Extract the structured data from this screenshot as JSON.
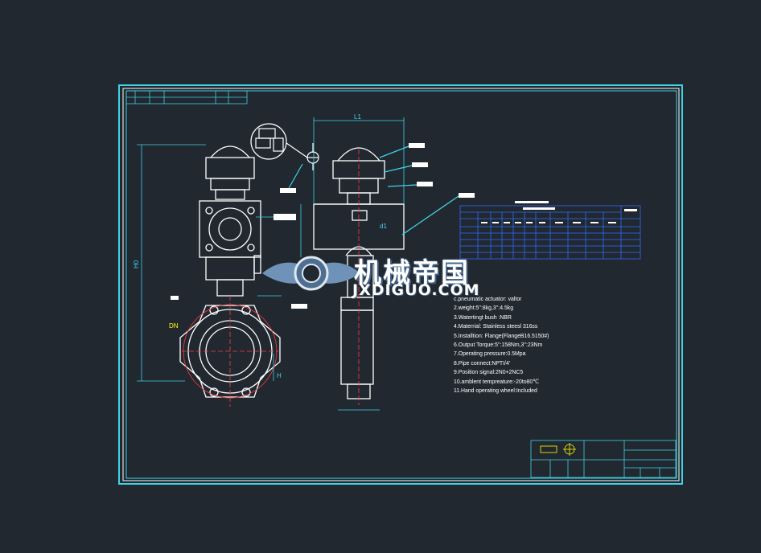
{
  "drawing": {
    "colors": {
      "background": "#212830",
      "frame": "#3fd3e6",
      "inner_frame": "#ffffff",
      "dimension": "#3fd3e6",
      "part": "#ffffff",
      "centerline": "#ff3b3b",
      "table_lines": "#2e6bff"
    },
    "notes": [
      "c.pneumatic actuator: valtor",
      "2.weight:5'':8kg,3'':4.5kg",
      "3.Watertingt bush :NBR",
      "4.Materrial:  Stainless steesl 316ss",
      "5.Installtion:  Flange(FlangeB16.5150#)",
      "6.Output Torque:5'':158Nm,3'':23Nm",
      "7.Operating pressure:0.5Mpa",
      "8.Pipe connect:NPTI/4'",
      "9.Position signal:2N0+2NC5",
      "10.amblent tempreature:-20to80℃",
      "11.Hand operating wheel:Included"
    ],
    "watermark": {
      "chinese": "机械帝国",
      "english": "JXDIGUO.COM"
    },
    "dimension_labels": {
      "L1": "L1",
      "H0": "H0",
      "H": "H",
      "d1": "d1",
      "DN": "DN"
    }
  }
}
